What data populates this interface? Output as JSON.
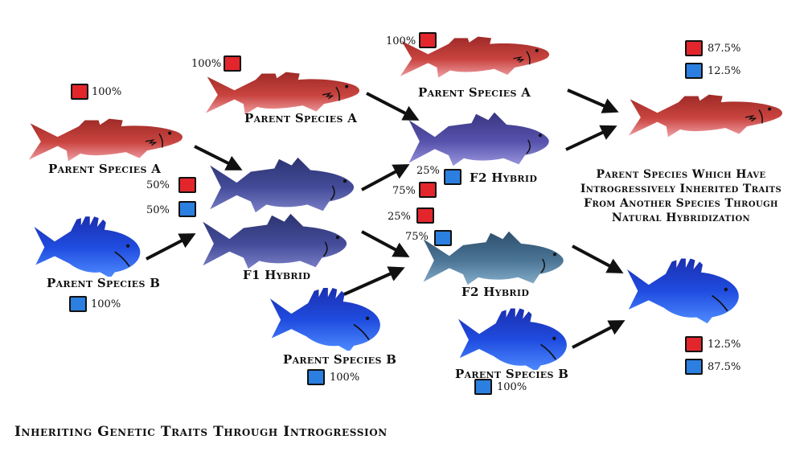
{
  "labels": {
    "parent_a": "Parent Species A",
    "parent_b": "Parent Species B",
    "f1": "F1 Hybrid",
    "f2": "F2 Hybrid"
  },
  "percents": {
    "p100": "100%",
    "p50": "50%",
    "p25": "25%",
    "p75": "75%",
    "p875": "87.5%",
    "p125": "12.5%"
  },
  "colors": {
    "species_a": "#e3262c",
    "species_b": "#2b7fe0"
  },
  "note": "Parent Species Which Have Introgressively Inherited Traits From Another Species Through Natural Hybridization",
  "caption": "Inheriting Genetic Traits Through Introgression"
}
